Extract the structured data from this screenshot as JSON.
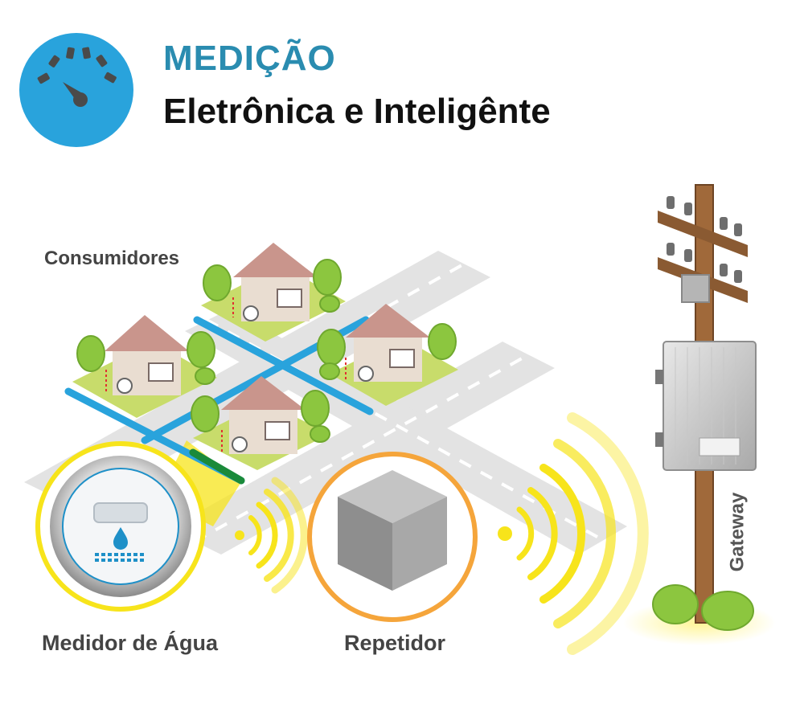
{
  "header": {
    "title": "MEDIÇÃO",
    "subtitle": "Eletrônica e Inteligênte",
    "icon": "gauge-icon"
  },
  "labels": {
    "consumers": "Consumidores",
    "water_meter": "Medidor de Água",
    "repeater": "Repetidor",
    "gateway": "Gateway"
  },
  "colors": {
    "title_blue": "#2a8cb0",
    "icon_circle": "#29a3dc",
    "water_pipe": "#29a3dc",
    "signal_yellow": "#f7e41b",
    "repeater_ring": "#f5a53b",
    "house_roof": "#c9958c",
    "tree_green": "#8cc63f",
    "road_gray": "#e0e0e0",
    "pole_brown": "#a0693a"
  }
}
